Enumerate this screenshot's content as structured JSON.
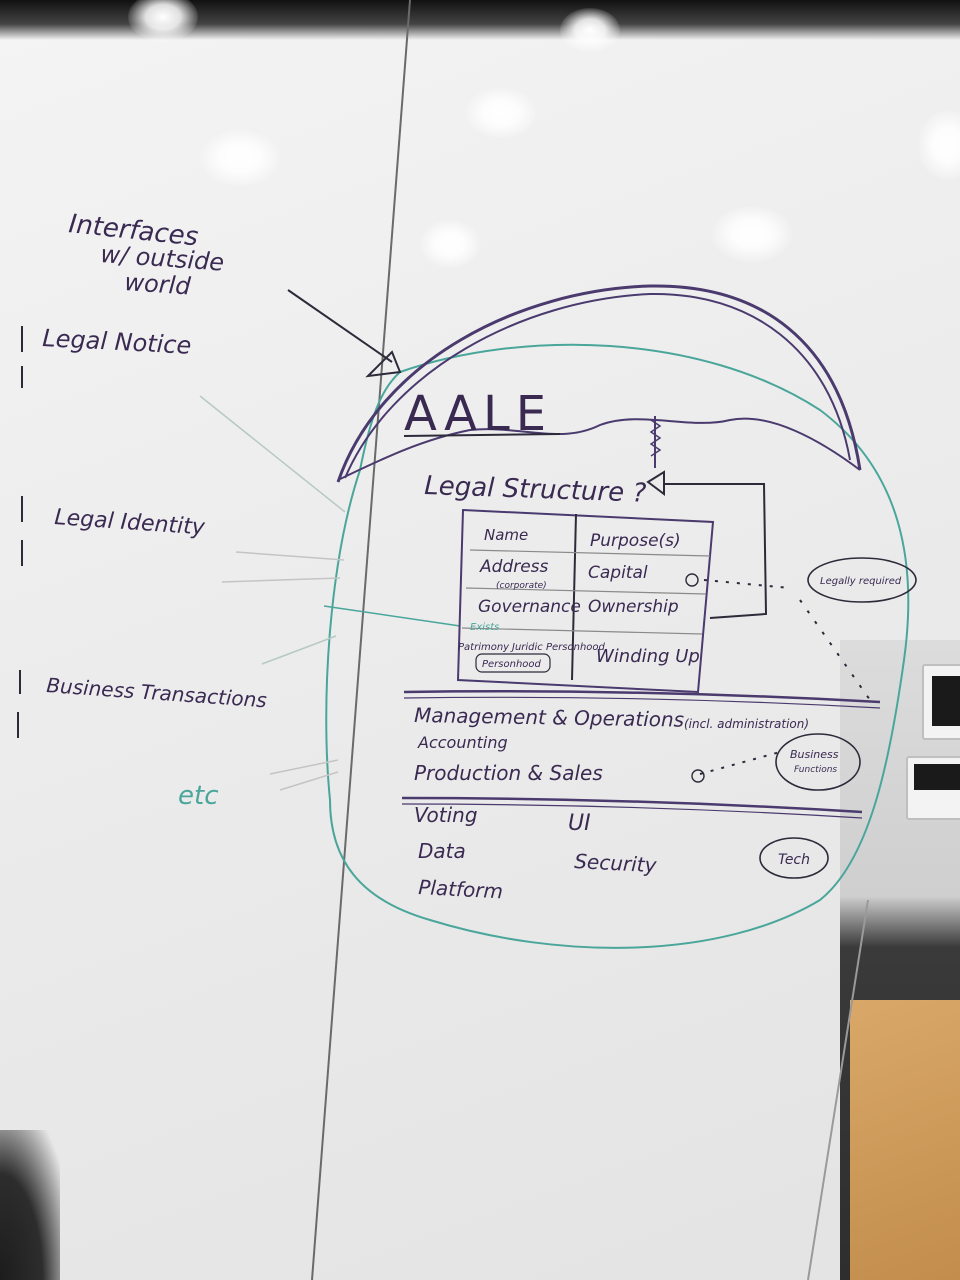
{
  "whiteboard": {
    "left_notes": {
      "interfaces_line1": "Interfaces",
      "interfaces_line2": "w/ outside",
      "interfaces_line3": "world",
      "legal_notice": "Legal Notice",
      "legal_identity": "Legal Identity",
      "business_transactions": "Business Transactions",
      "etc": "etc"
    },
    "title": "AALE",
    "subtitle": "Legal Structure ?",
    "table": {
      "left_column": [
        "Name",
        "Address",
        "Governance",
        "Patrimony"
      ],
      "right_column": [
        "Purpose(s)",
        "Capital",
        "Ownership",
        "Winding Up"
      ],
      "governance_note": "(corporate)",
      "exists_note": "Exists",
      "juridic_personhood": "Juridic Personhood",
      "personhood": "Personhood"
    },
    "legally_required": "Legally required",
    "business_section": {
      "management": "Management & Operations",
      "management_note": "(incl. administration)",
      "accounting": "Accounting",
      "production": "Production & Sales",
      "business_functions_line1": "Business",
      "business_functions_line2": "Functions"
    },
    "tech_section": {
      "voting": "Voting",
      "data": "Data",
      "platform": "Platform",
      "ui": "UI",
      "security": "Security",
      "tech": "Tech"
    },
    "ink_colors": {
      "purple": "#4a3a6e",
      "dark": "#2e2a3a",
      "teal": "#4aa69b",
      "grey": "#8a8a8a"
    }
  }
}
